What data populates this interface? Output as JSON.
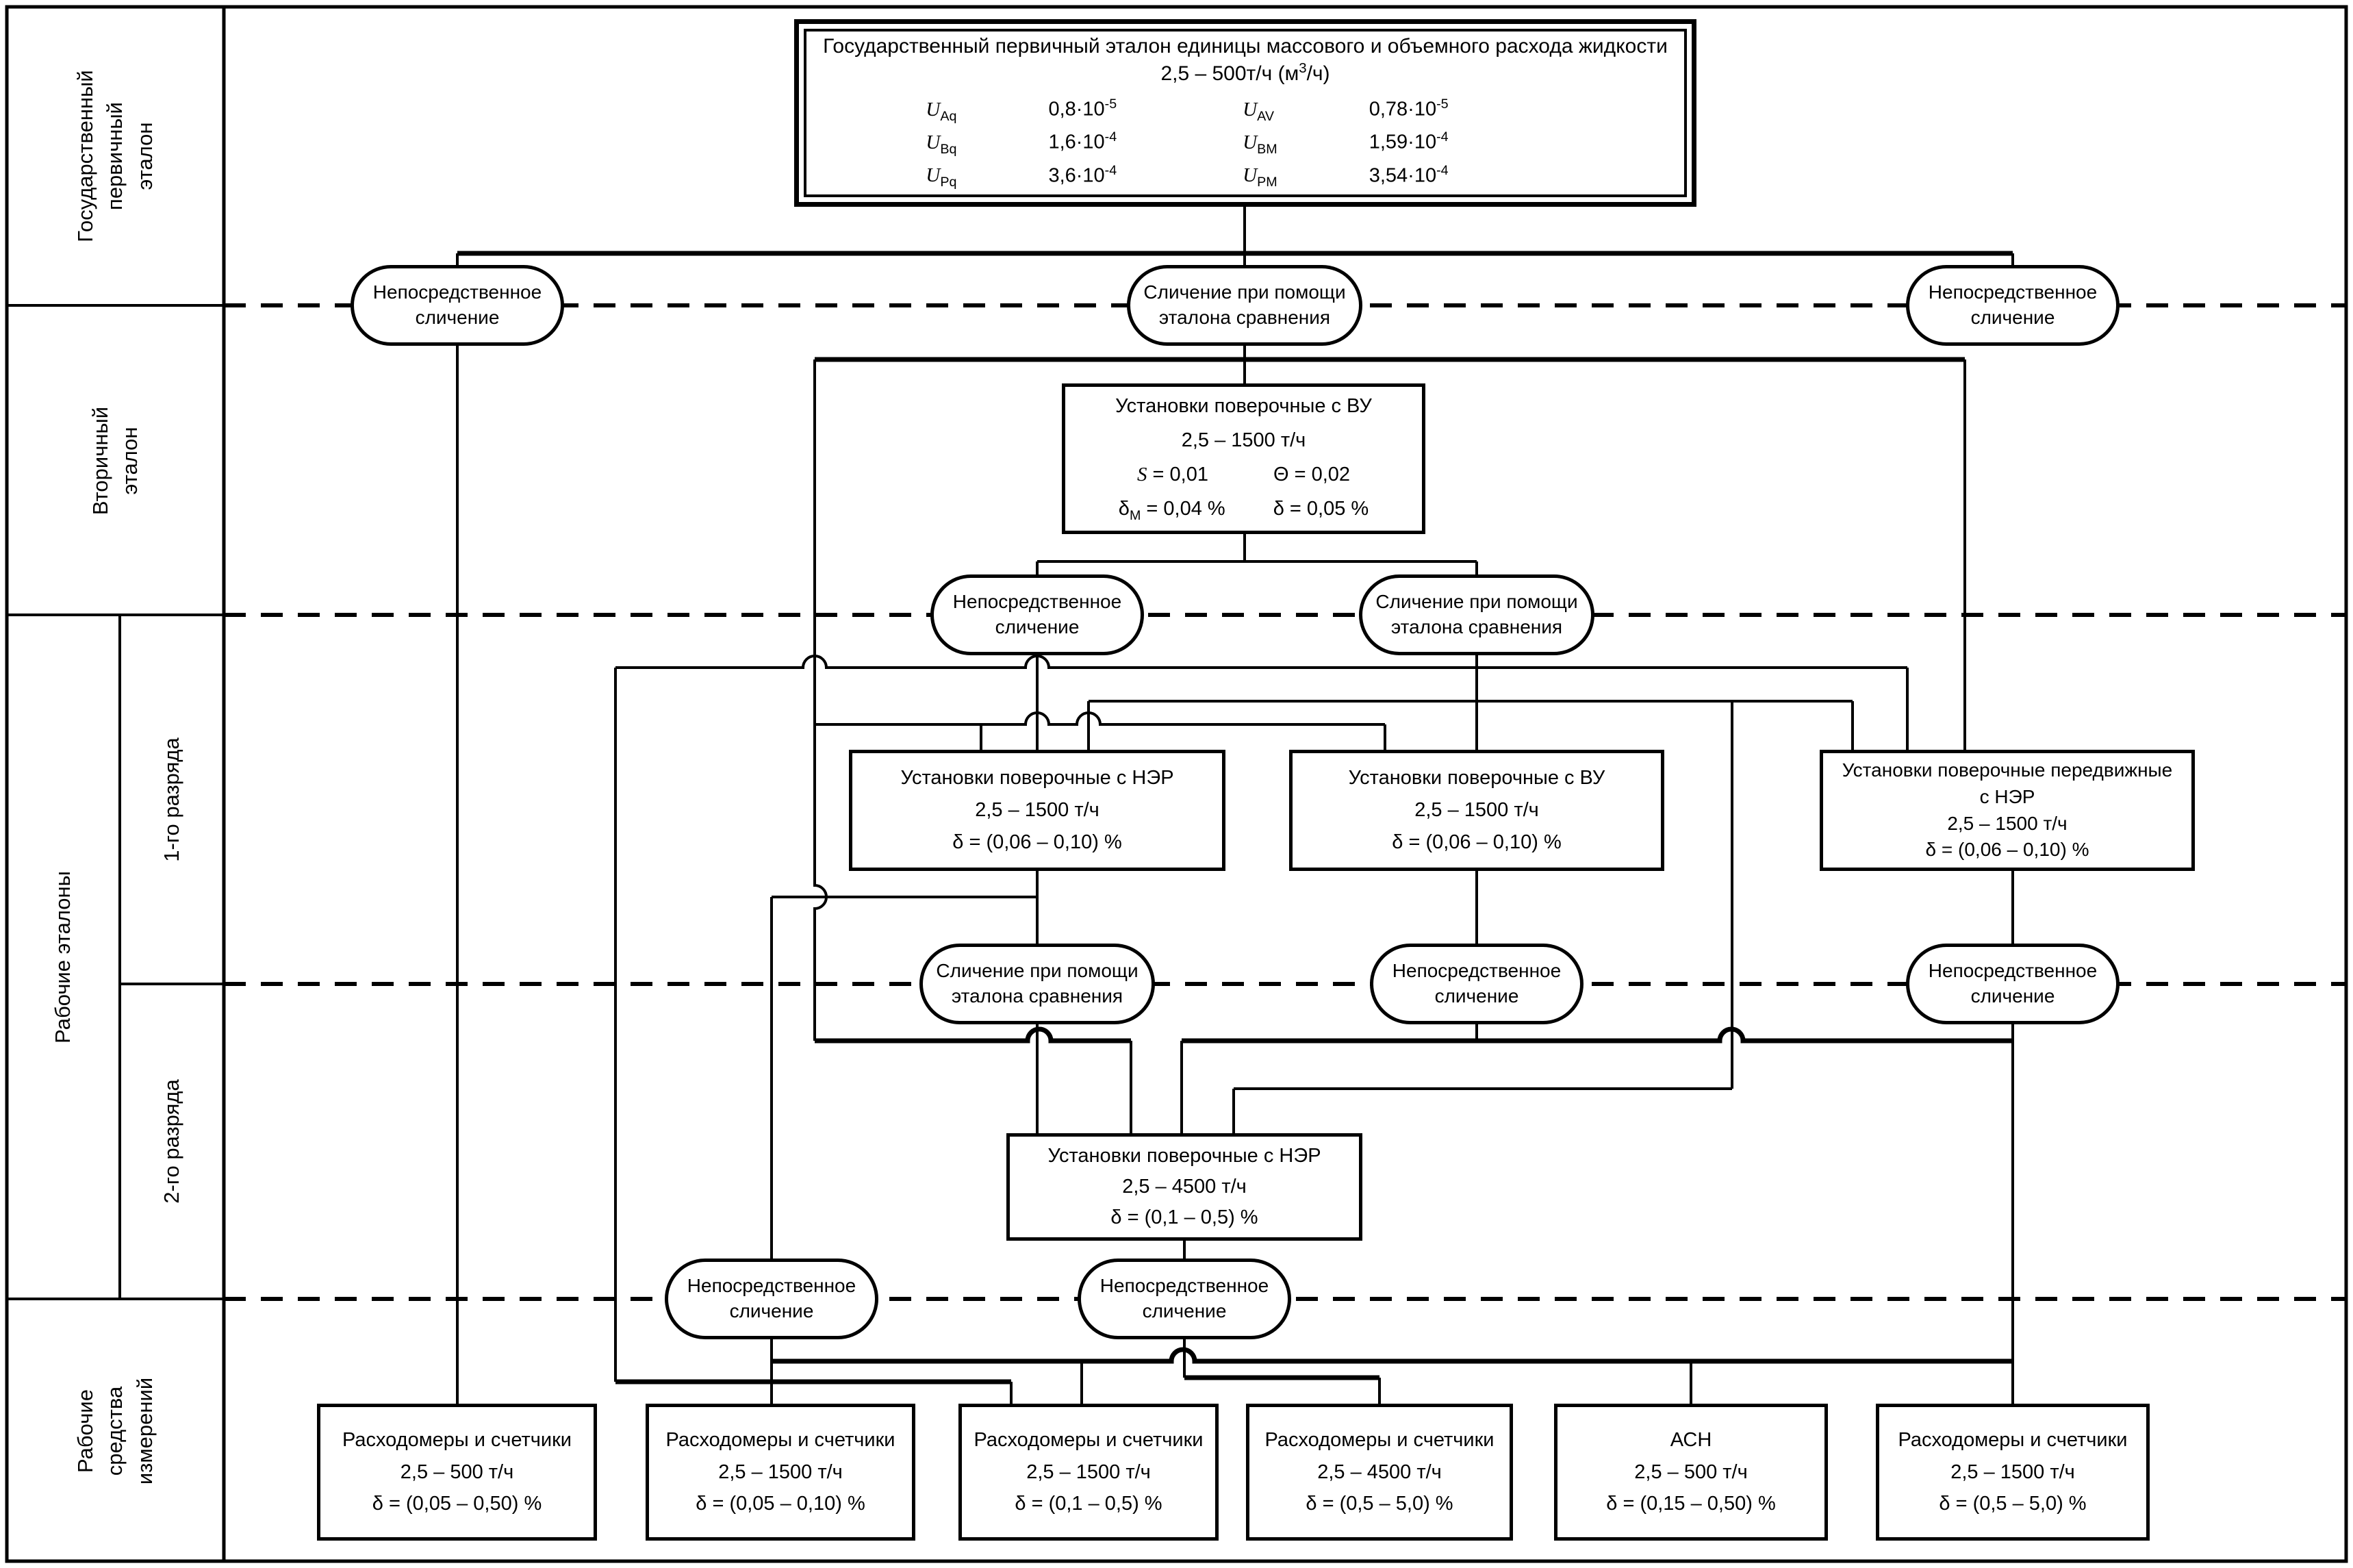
{
  "sidebar": {
    "primary_label": "Государственный\nпервичный\nэталон",
    "secondary_label": "Вторичный\nэталон",
    "working_standards_label": "Рабочие эталоны",
    "rank1_label": "1-го разряда",
    "rank2_label": "2-го разряда",
    "working_instruments_label": "Рабочие\nсредства\nизмерений"
  },
  "oval_labels": {
    "direct": "Непосредственное\nсличение",
    "via_standard": "Сличение при помощи\nэталона сравнения"
  },
  "nodes": {
    "primary": {
      "title": "Государственный первичный эталон единицы массового и объемного расхода жидкости",
      "range_a": "2,5 – 500т/ч (м",
      "range_sup": "3",
      "range_b": "/ч)",
      "rows": [
        {
          "s1": "U",
          "b1": "Aq",
          "m1": "0,8·10",
          "e1": "-5",
          "s2": "U",
          "b2": "AV",
          "m2": "0,78·10",
          "e2": "-5"
        },
        {
          "s1": "U",
          "b1": "Bq",
          "m1": "1,6·10",
          "e1": "-4",
          "s2": "U",
          "b2": "BM",
          "m2": "1,59·10",
          "e2": "-4"
        },
        {
          "s1": "U",
          "b1": "Pq",
          "m1": "3,6·10",
          "e1": "-4",
          "s2": "U",
          "b2": "PM",
          "m2": "3,54·10",
          "e2": "-4"
        }
      ]
    },
    "secondary": {
      "title": "Установки поверочные с ВУ",
      "range": "2,5 – 1500 т/ч",
      "s": "S",
      "s_val": " = 0,01",
      "theta": "Θ = 0,02",
      "dm_sym": "δ",
      "dm_sub": "М",
      "dm_val": " = 0,04 %",
      "d_val": "δ = 0,05 %"
    },
    "we1a": [
      "Установки поверочные с НЭР",
      "2,5 – 1500 т/ч",
      "δ = (0,06 – 0,10) %"
    ],
    "we1b": [
      "Установки поверочные с ВУ",
      "2,5 – 1500 т/ч",
      "δ = (0,06 – 0,10) %"
    ],
    "we1c": [
      "Установки поверочные передвижные\nс НЭР",
      "2,5 – 1500 т/ч",
      "δ = (0,06 – 0,10) %"
    ],
    "we2": [
      "Установки поверочные с НЭР",
      "2,5 – 4500 т/ч",
      "δ = (0,1 – 0,5) %"
    ],
    "wi1": [
      "Расходомеры и счетчики",
      "2,5 – 500 т/ч",
      "δ = (0,05 – 0,50) %"
    ],
    "wi2": [
      "Расходомеры и счетчики",
      "2,5 – 1500 т/ч",
      "δ = (0,05 – 0,10) %"
    ],
    "wi3": [
      "Расходомеры и счетчики",
      "2,5 – 1500 т/ч",
      "δ = (0,1 – 0,5) %"
    ],
    "wi4": [
      "Расходомеры и счетчики",
      "2,5 – 4500 т/ч",
      "δ = (0,5 – 5,0) %"
    ],
    "wi5": [
      "АСН",
      "2,5 – 500 т/ч",
      "δ = (0,15 – 0,50) %"
    ],
    "wi6": [
      "Расходомеры и счетчики",
      "2,5 – 1500 т/ч",
      "δ = (0,5 – 5,0) %"
    ]
  }
}
